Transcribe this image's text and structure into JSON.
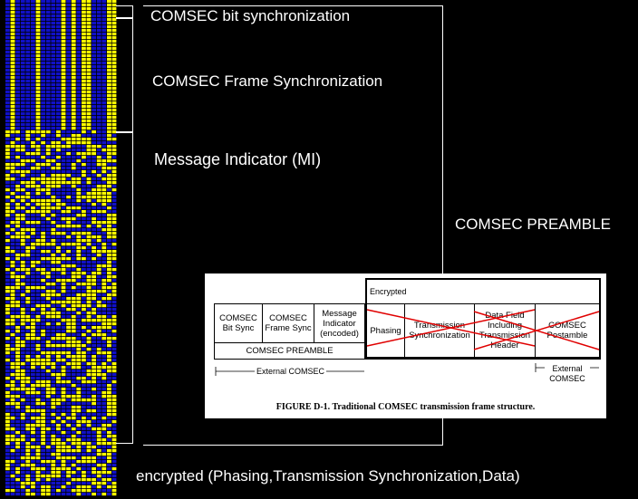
{
  "colors": {
    "blue": "#1010c8",
    "yellow": "#ffff00",
    "background": "#000000",
    "cross": "#e00000"
  },
  "labels": {
    "bit_sync": "COMSEC bit synchronization",
    "frame_sync": "COMSEC Frame Synchronization",
    "message_indicator": "Message Indicator (MI)",
    "preamble": "COMSEC PREAMBLE",
    "encrypted": "encrypted (Phasing,Transmission Synchronization,Data)"
  },
  "figure": {
    "encrypted_title": "Encrypted",
    "cells": {
      "bit_sync": "COMSEC Bit Sync",
      "frame_sync": "COMSEC Frame Sync",
      "mi": "Message Indicator (encoded)",
      "phasing": "Phasing",
      "trans_sync": "Transmission Synchronization",
      "data_field": "Data Field Including Transmission Header",
      "postamble": "COMSEC Postamble",
      "preamble": "COMSEC PREAMBLE"
    },
    "external_left": "External COMSEC",
    "external_right": "External COMSEC",
    "caption": "FIGURE D-1.  Traditional COMSEC transmission frame structure."
  }
}
